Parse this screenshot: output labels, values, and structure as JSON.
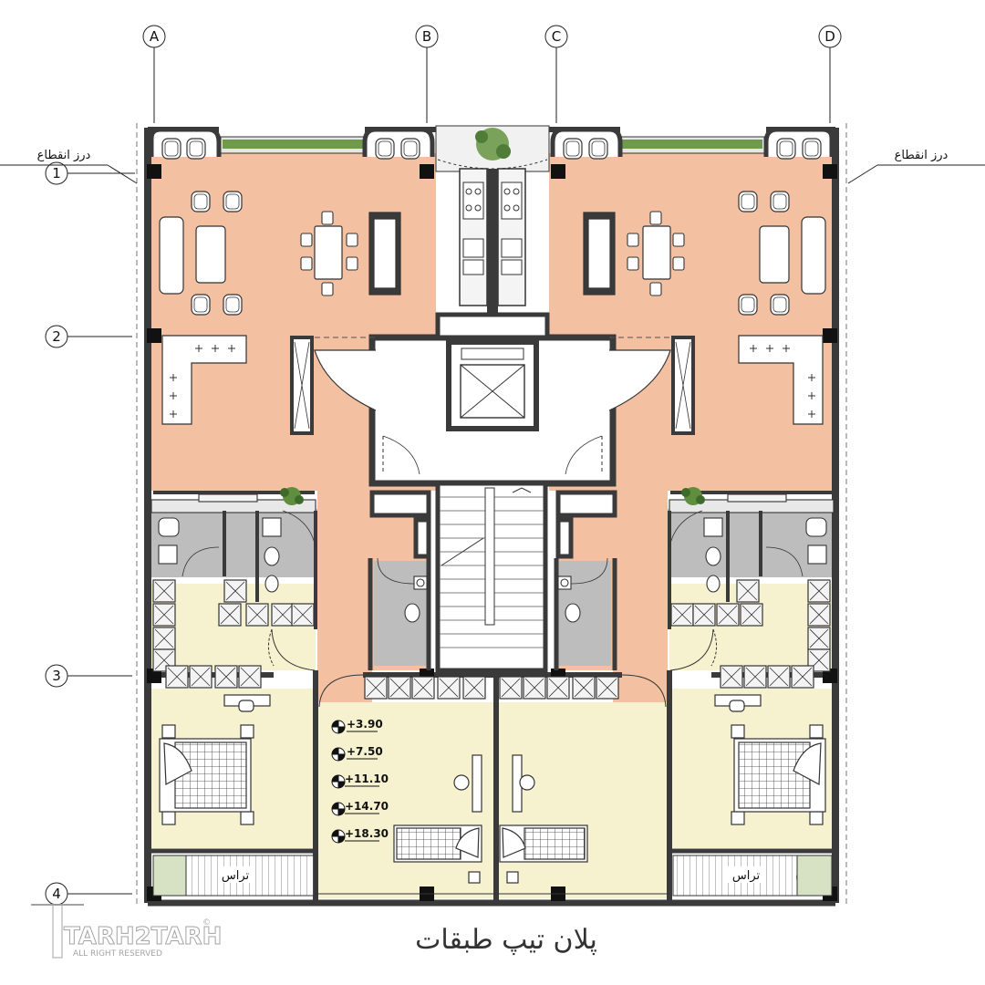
{
  "grid": {
    "columns": [
      "A",
      "B",
      "C",
      "D"
    ],
    "rows": [
      "1",
      "2",
      "3",
      "4"
    ]
  },
  "section_cut_label": "درز انقطاع",
  "terrace_label": "تراس",
  "elevations": [
    "+3.90",
    "+7.50",
    "+11.10",
    "+14.70",
    "+18.30"
  ],
  "title": "پلان تیپ طبقات",
  "watermark": {
    "brand": "TARH2TARH",
    "rights": "ALL RIGHT RESERVED",
    "registered": "©"
  },
  "colors": {
    "living": "#f3c0a1",
    "bedroom": "#f6f2cf",
    "wet": "#bdbdbd",
    "wall": "#3a3a3a",
    "plant": "#4f7d37",
    "axis": "#222222"
  }
}
